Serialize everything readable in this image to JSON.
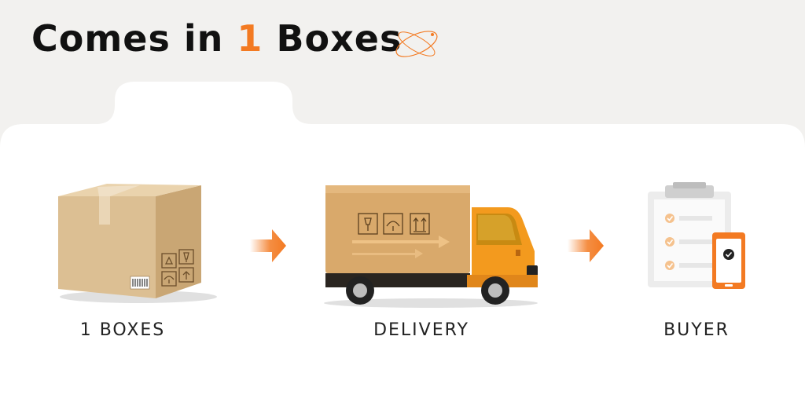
{
  "header": {
    "title_prefix": "Comes in ",
    "title_number": "1",
    "title_suffix": " Boxes"
  },
  "steps": [
    {
      "label": "1 BOXES",
      "icon": "cardboard-box-icon"
    },
    {
      "label": "DELIVERY",
      "icon": "delivery-truck-icon"
    },
    {
      "label": "BUYER",
      "icon": "clipboard-phone-icon"
    }
  ],
  "colors": {
    "accent": "#f37a22",
    "box": "#d9b98b",
    "truck_cab": "#f39a1e",
    "background": "#f2f1ef",
    "panel": "#ffffff"
  }
}
